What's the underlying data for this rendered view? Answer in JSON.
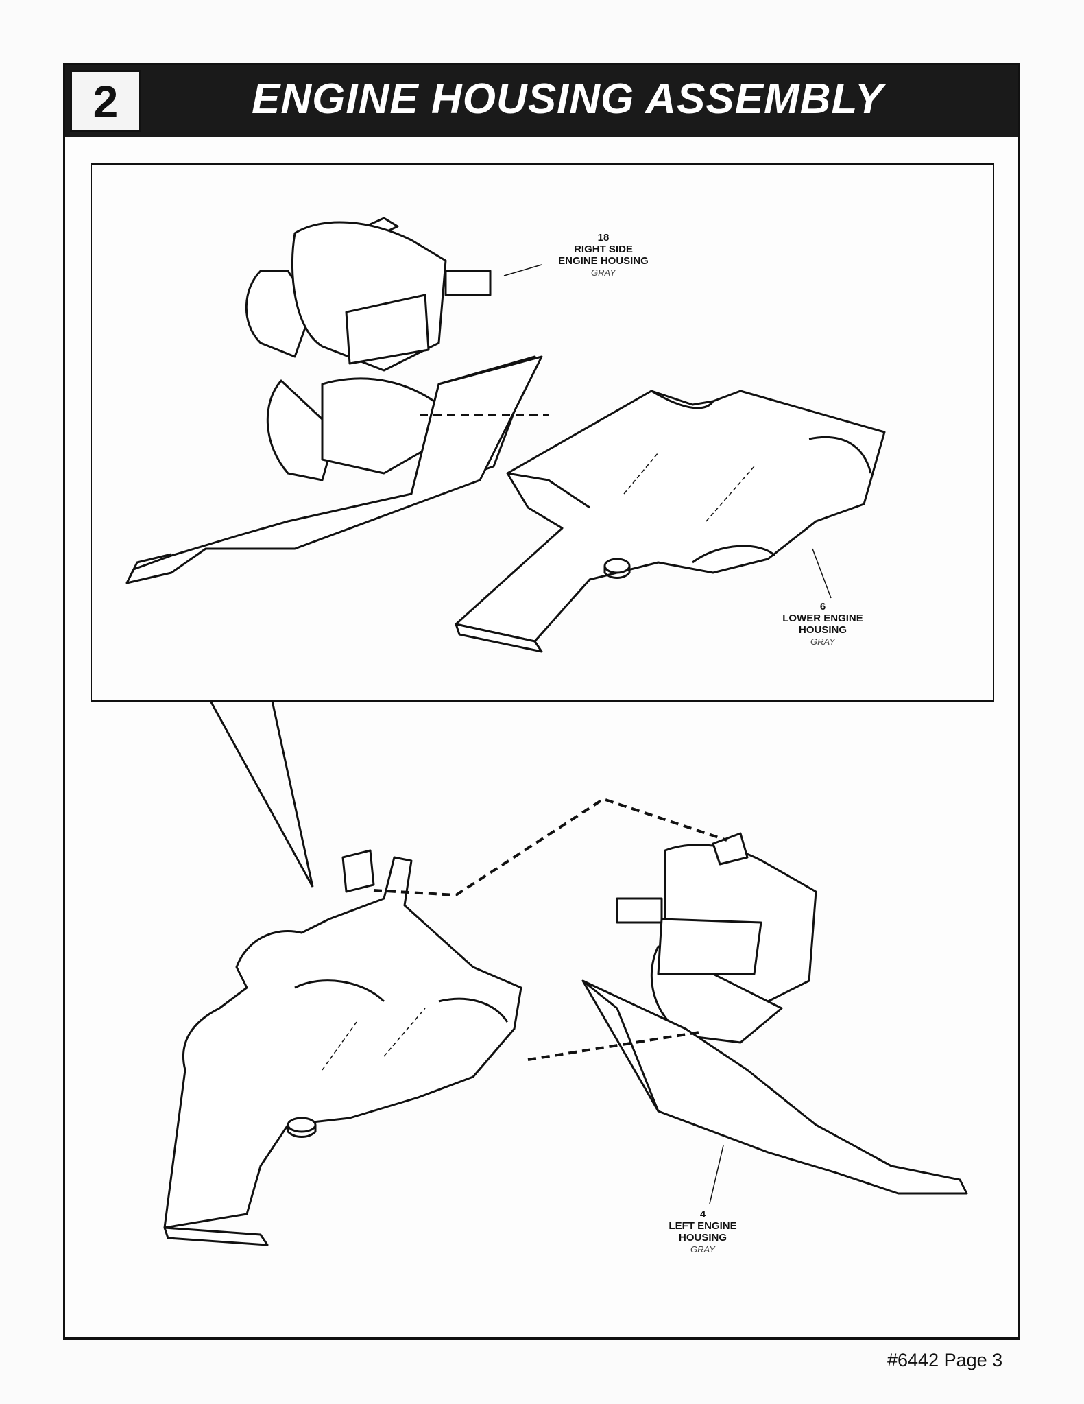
{
  "step": {
    "number": "2",
    "title": "ENGINE HOUSING ASSEMBLY"
  },
  "parts": [
    {
      "number": "18",
      "name_line1": "RIGHT SIDE",
      "name_line2": "ENGINE HOUSING",
      "color": "GRAY"
    },
    {
      "number": "6",
      "name_line1": "LOWER ENGINE",
      "name_line2": "HOUSING",
      "color": "GRAY"
    },
    {
      "number": "4",
      "name_line1": "LEFT ENGINE",
      "name_line2": "HOUSING",
      "color": "GRAY"
    }
  ],
  "footer": {
    "text": "#6442 Page 3"
  }
}
